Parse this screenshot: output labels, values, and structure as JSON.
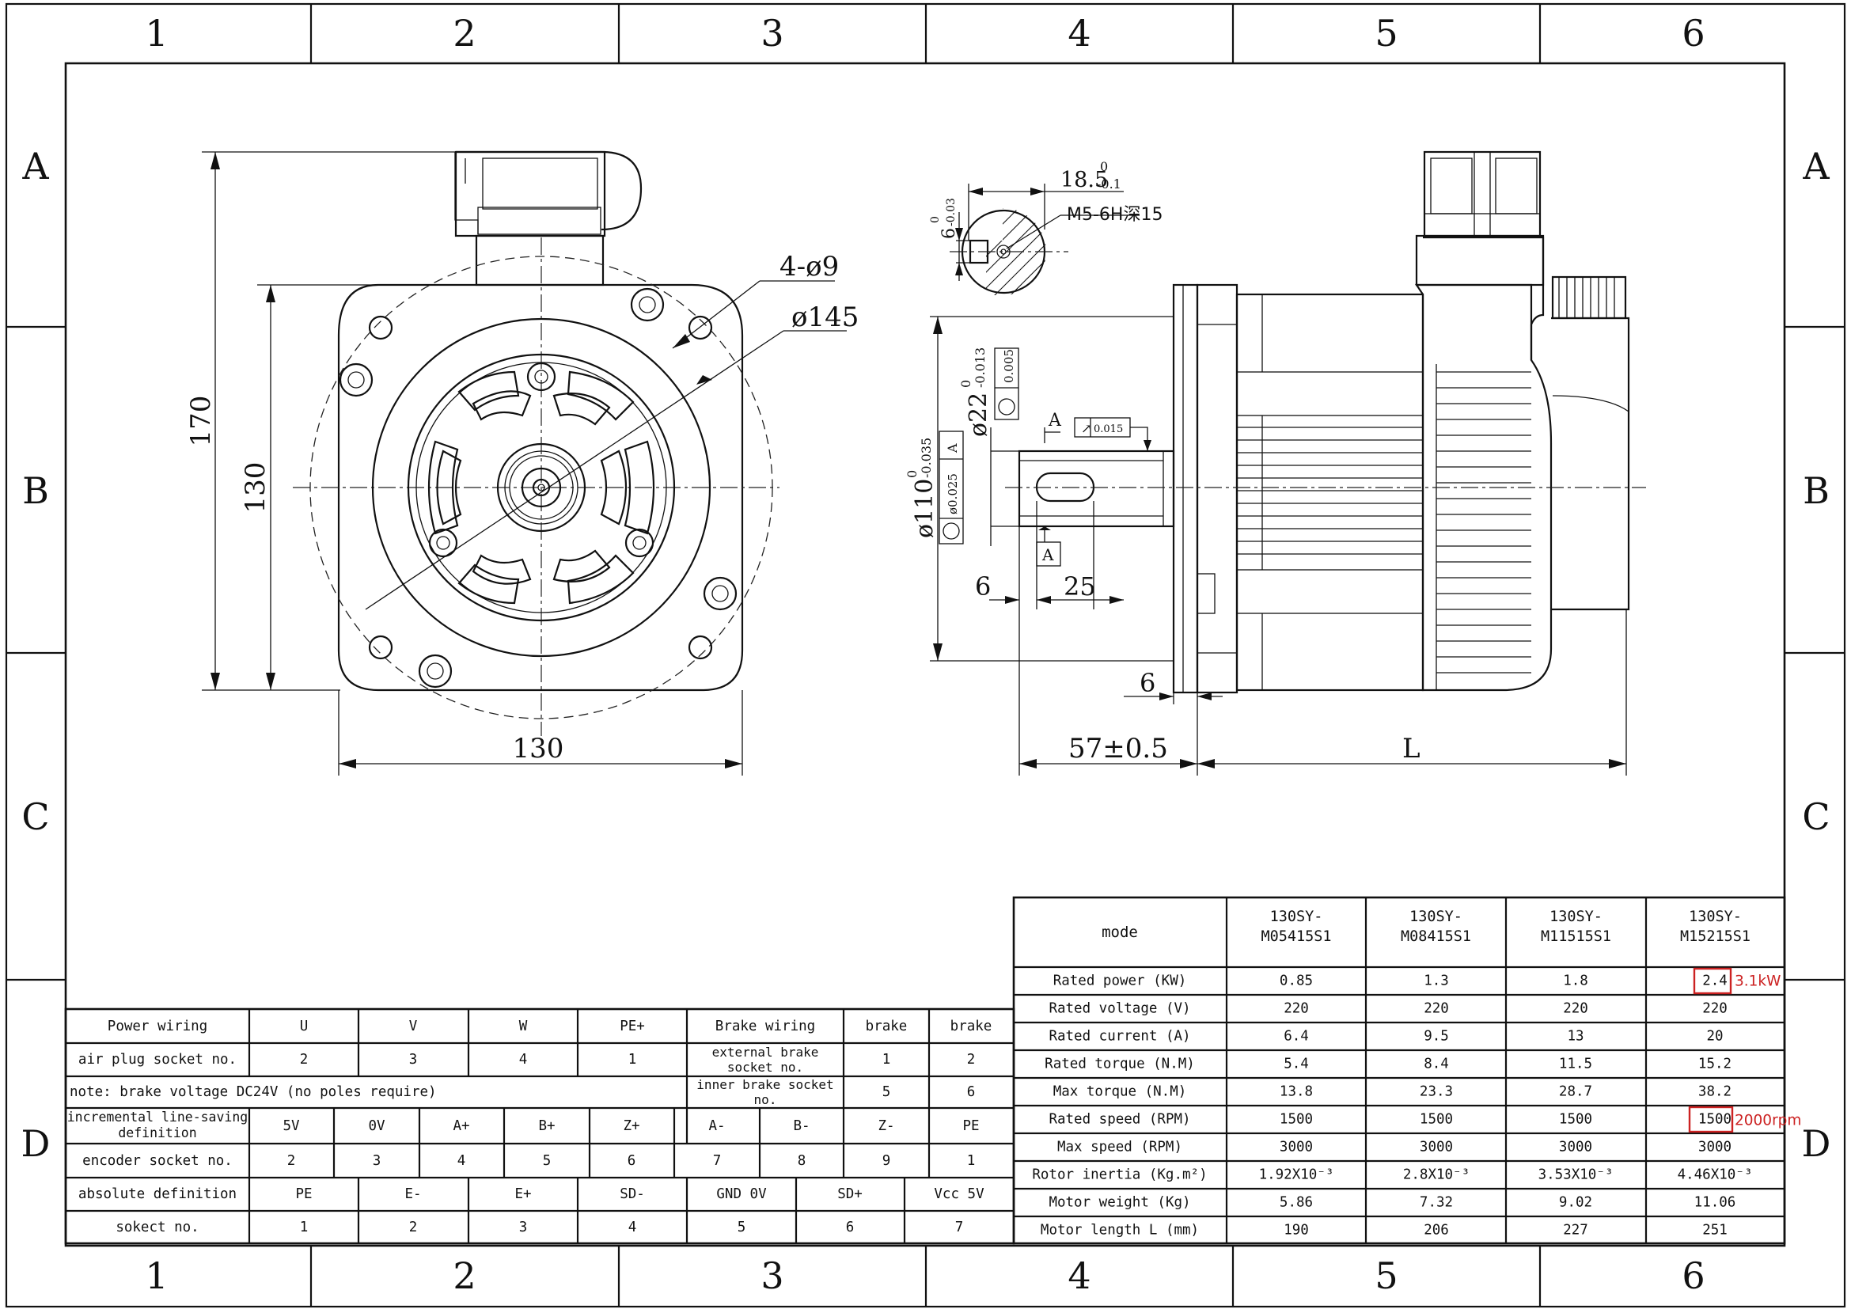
{
  "frame": {
    "columns": [
      "1",
      "2",
      "3",
      "4",
      "5",
      "6"
    ],
    "rows": [
      "A",
      "B",
      "C",
      "D"
    ]
  },
  "front_view": {
    "mount_holes_label": "4-ø9",
    "pcd_label": "ø145",
    "height_overall": "170",
    "height_flange": "130",
    "width_flange": "130"
  },
  "side_view": {
    "key_width": "18.5",
    "key_width_tol_upper": "0",
    "key_width_tol_lower": "-0.1",
    "thread_note": "M5-6H深15",
    "key_depth": "6",
    "key_depth_tol_upper": "0",
    "key_depth_tol_lower": "-0.03",
    "shaft_dia": "ø22",
    "shaft_tol_upper": "0",
    "shaft_tol_lower": "-0.013",
    "shaft_concentricity": "0.005",
    "runout_value": "0.015",
    "datum": "A",
    "spigot_dia": "ø110",
    "spigot_tol_upper": "0",
    "spigot_tol_lower": "-0.035",
    "spigot_tolerance": "ø0.025",
    "dim_key_offset": "6",
    "dim_key_length": "25",
    "dim_flange_thk": "6",
    "dim_shaft_length": "57±0.5",
    "dim_body_length": "L"
  },
  "wiring_table": {
    "rows": [
      [
        "Power wiring",
        "U",
        "V",
        "W",
        "PE+",
        "Brake wiring",
        "brake",
        "brake"
      ],
      [
        "air plug  socket no.",
        "2",
        "3",
        "4",
        "1",
        "external brake socket no.",
        "1",
        "2"
      ],
      [
        "note: brake voltage DC24V (no poles require)",
        "inner brake socket no.",
        "5",
        "6"
      ],
      [
        "incremental line-saving definition",
        "5V",
        "0V",
        "A+",
        "B+",
        "Z+",
        "A-",
        "B-",
        "Z-",
        "PE"
      ],
      [
        "encoder socket no.",
        "2",
        "3",
        "4",
        "5",
        "6",
        "7",
        "8",
        "9",
        "1"
      ],
      [
        "absolute definition",
        "PE",
        "E-",
        "E+",
        "SD-",
        "GND 0V",
        "SD+",
        "Vcc 5V"
      ],
      [
        "sokect no.",
        "1",
        "2",
        "3",
        "4",
        "5",
        "6",
        "7"
      ]
    ]
  },
  "spec_table": {
    "header": [
      "mode",
      "130SY-\nM05415S1",
      "130SY-\nM08415S1",
      "130SY-\nM11515S1",
      "130SY-\nM15215S1"
    ],
    "rows": [
      [
        "Rated power (KW)",
        "0.85",
        "1.3",
        "1.8",
        "2.4"
      ],
      [
        "Rated voltage (V)",
        "220",
        "220",
        "220",
        "220"
      ],
      [
        "Rated current (A)",
        "6.4",
        "9.5",
        "13",
        "20"
      ],
      [
        "Rated torque (N.M)",
        "5.4",
        "8.4",
        "11.5",
        "15.2"
      ],
      [
        "Max torque (N.M)",
        "13.8",
        "23.3",
        "28.7",
        "38.2"
      ],
      [
        "Rated speed (RPM)",
        "1500",
        "1500",
        "1500",
        "1500"
      ],
      [
        "Max speed (RPM)",
        "3000",
        "3000",
        "3000",
        "3000"
      ],
      [
        "Rotor inertia (Kg.m²)",
        "1.92X10⁻³",
        "2.8X10⁻³",
        "3.53X10⁻³",
        "4.46X10⁻³"
      ],
      [
        "Motor weight (Kg)",
        "5.86",
        "7.32",
        "9.02",
        "11.06"
      ],
      [
        "Motor length L (mm)",
        "190",
        "206",
        "227",
        "251"
      ]
    ],
    "annotations": {
      "power_note": "3.1kW",
      "speed_note": "2000rpm",
      "accent_color": "#cc2222"
    }
  }
}
